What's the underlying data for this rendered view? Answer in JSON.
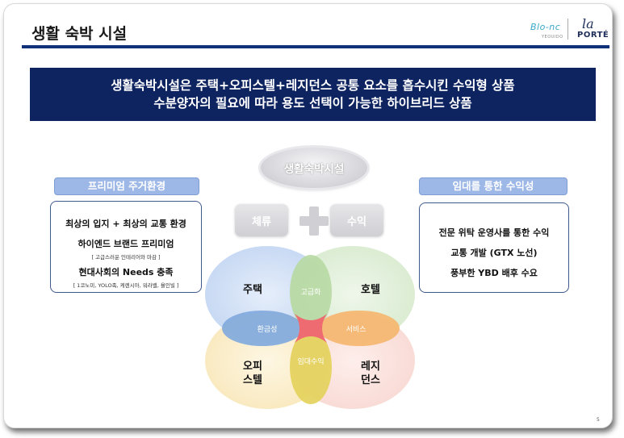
{
  "header": {
    "title": "생활 숙박 시설",
    "logo1": "Blo-nc",
    "logo1_sub": "YEOUIDO",
    "logo2_top": "la",
    "logo2_bottom": "PORTÉ"
  },
  "banner": {
    "line1": "생활숙박시설은 주택+오피스텔+레지던스 공통 요소를 흡수시킨 수익형 상품",
    "line2": "수분양자의 필요에 따라 용도 선택이 가능한 하이브리드 상품"
  },
  "left_panel": {
    "header": "프리미엄 주거환경",
    "line1": "최상의 입지 + 최상의 교통 환경",
    "line2": "하이엔드 브랜드 프리미엄",
    "line2_sub": "[ 고급스러운 인테리어와 마감 ]",
    "line3": "현대사회의 Needs 충족",
    "line3_sub": "[ 1코노미, YOLO족, 케렌시아, 워라밸, 욜인빌 ]"
  },
  "right_panel": {
    "header": "임대를 통한 수익성",
    "line1": "전문 위탁 운영사를 통한 수익",
    "line2": "교통 개발 (GTX 노선)",
    "line3": "풍부한 YBD 배후 수요"
  },
  "diagram": {
    "center": "생활숙박시설",
    "left_box": "체류",
    "right_box": "수익",
    "circles": {
      "top_left": "주택",
      "top_right": "호텔",
      "bottom_left_1": "오피",
      "bottom_left_2": "스텔",
      "bottom_right_1": "레지",
      "bottom_right_2": "던스"
    },
    "overlaps": {
      "top": "고급화",
      "left": "환금성",
      "right": "서비스",
      "bottom": "임대수익"
    }
  },
  "footer": {
    "page_number": "5"
  },
  "colors": {
    "banner": "#0e2461",
    "rule": "#10307a",
    "circle_blue": "#c9daf4",
    "circle_green": "#d9ecd2",
    "circle_yellow": "#fbe8b8",
    "circle_pink": "#fad7d1",
    "overlap_center": "#ee6b71"
  }
}
